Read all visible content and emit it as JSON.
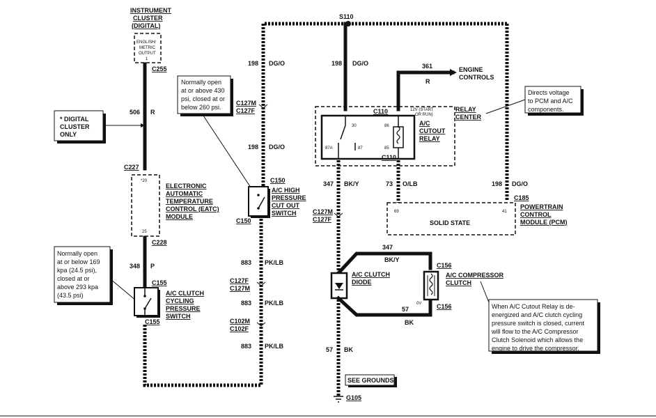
{
  "instrument_cluster": {
    "title_line1": "INSTRUMENT",
    "title_line2": "CLUSTER",
    "title_line3": "(DIGITAL)",
    "output_line1": "ENGLISH/",
    "output_line2": "METRIC",
    "output_line3": "OUTPUT",
    "output_pin": "1",
    "connector": "C255"
  },
  "digital_cluster_note": {
    "line1": "* DIGITAL",
    "line2": "CLUSTER",
    "line3": "ONLY"
  },
  "eatc": {
    "connector_top": "C227",
    "pin_top": "*20",
    "pin_bottom": "25",
    "connector_bottom": "C228",
    "title_line1": "ELECTRONIC",
    "title_line2": "AUTOMATIC",
    "title_line3": "TEMPERATURE",
    "title_line4": "CONTROL (EATC)",
    "title_line5": "MODULE"
  },
  "cycling_switch": {
    "connector_top": "C155",
    "connector_bottom": "C155",
    "title_line1": "A/C CLUTCH",
    "title_line2": "CYCLING",
    "title_line3": "PRESSURE",
    "title_line4": "SWITCH",
    "note_line1": "Normally open",
    "note_line2": "at or below 169",
    "note_line3": "kpa (24.5 psi),",
    "note_line4": "closed at or",
    "note_line5": "above 293 kpa",
    "note_line6": "(43.5 psi)"
  },
  "wires": {
    "w506_num": "506",
    "w506_color": "R",
    "w348_num": "348",
    "w348_color": "P",
    "w198a_num": "198",
    "w198a_color": "DG/O",
    "w198b_num": "198",
    "w198b_color": "DG/O",
    "w198c_num": "198",
    "w198c_color": "DG/O",
    "w198d_num": "198",
    "w198d_color": "DG/O",
    "w883a_num": "883",
    "w883a_color": "PK/LB",
    "w883b_num": "883",
    "w883b_color": "PK/LB",
    "w883c_num": "883",
    "w883c_color": "PK/LB",
    "w347a_num": "347",
    "w347a_color": "BK/Y",
    "w347b_num": "347",
    "w347b_color": "BK/Y",
    "w73_num": "73",
    "w73_color": "O/LB",
    "w361_num": "361",
    "w361_color": "R",
    "w57a_num": "57",
    "w57a_color": "BK",
    "w57b_num": "57",
    "w57b_color": "BK"
  },
  "splice": "S110",
  "engine_controls_line1": "ENGINE",
  "engine_controls_line2": "CONTROLS",
  "high_pressure_switch": {
    "connector_top": "C150",
    "connector_bottom": "C150",
    "title_line1": "A/C HIGH",
    "title_line2": "PRESSURE",
    "title_line3": "CUT OUT",
    "title_line4": "SWITCH",
    "note_line1": "Normally open",
    "note_line2": "at or above 430",
    "note_line3": "psi, closed at or",
    "note_line4": "below 260 psi."
  },
  "connectors": {
    "c127m_a": "C127M",
    "c127f_a": "C127F",
    "c127f_b": "C127F",
    "c127m_b": "C127M",
    "c102m": "C102M",
    "c102f": "C102F",
    "c127m_c": "C127M",
    "c127f_c": "C127F",
    "c110_top": "C110",
    "c110_bottom": "C110",
    "c185": "C185",
    "c156_top": "C156",
    "c156_bottom": "C156"
  },
  "relay": {
    "voltage_line1": "12V (START",
    "voltage_line2": "OR RUN)",
    "title_line1": "A/C",
    "title_line2": "CUTOUT",
    "title_line3": "RELAY",
    "pin30": "30",
    "pin86": "86",
    "pin87a": "87A",
    "pin87": "87",
    "pin85": "85",
    "center_line1": "RELAY",
    "center_line2": "CENTER",
    "note_line1": "Directs voltage",
    "note_line2": "to PCM and A/C",
    "note_line3": "components."
  },
  "pcm": {
    "pin69": "69",
    "pin41": "41",
    "inner": "SOLID STATE",
    "title_line1": "POWERTRAIN",
    "title_line2": "CONTROL",
    "title_line3": "MODULE (PCM)"
  },
  "diode": {
    "title_line1": "A/C CLUTCH",
    "title_line2": "DIODE"
  },
  "compressor_clutch": {
    "title_line1": "A/C COMPRESSOR",
    "title_line2": "CLUTCH",
    "voltage": "0V",
    "note_line1": "When A/C Cutout Relay is de-",
    "note_line2": "energized and A/C clutch cycling",
    "note_line3": "pressure switch is closed, current",
    "note_line4": "will flow to the A/C Compressor",
    "note_line5": "Clutch Solenoid which allows the",
    "note_line6": "engine to drive the compressor."
  },
  "ground": {
    "see_grounds": "SEE GROUNDS",
    "id": "G105"
  }
}
